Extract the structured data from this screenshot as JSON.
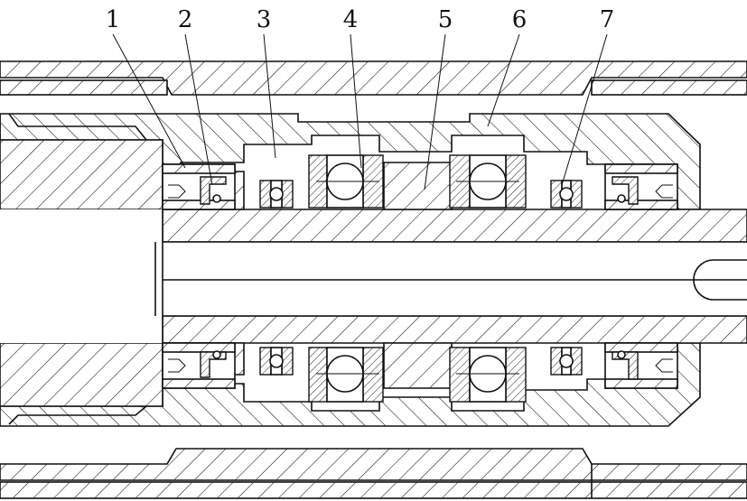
{
  "callouts": [
    {
      "label": "1"
    },
    {
      "label": "2"
    },
    {
      "label": "3"
    },
    {
      "label": "4"
    },
    {
      "label": "5"
    },
    {
      "label": "6"
    },
    {
      "label": "7"
    }
  ],
  "colors": {
    "line": "#111111",
    "background": "#ffffff"
  }
}
